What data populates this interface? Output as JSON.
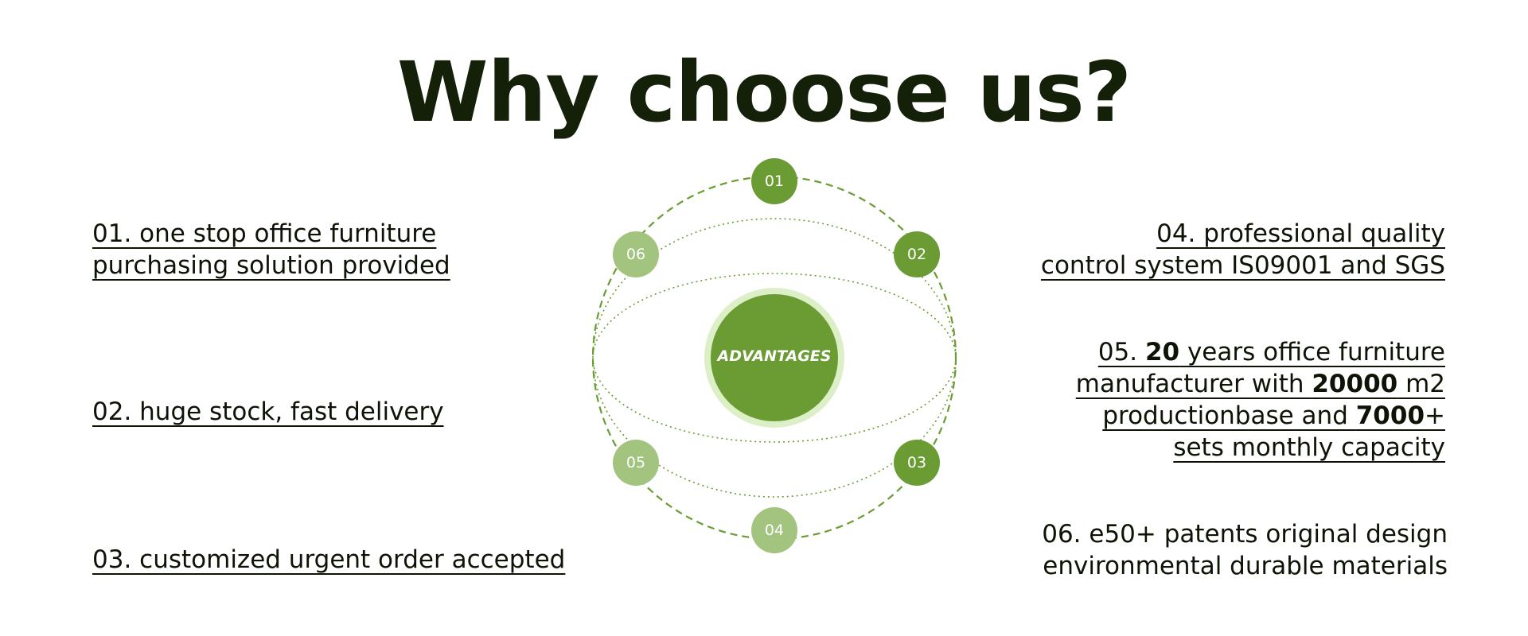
{
  "title": "Why choose us?",
  "colors": {
    "primary_green": "#6a9c33",
    "light_green": "#a3c47f",
    "ring_green": "#dcefc7",
    "dash_green": "#6a9c33",
    "text_dark": "#152009"
  },
  "diagram": {
    "center_label": "ADVANTAGES",
    "nodes": [
      {
        "label": "01",
        "tone": "dark"
      },
      {
        "label": "02",
        "tone": "dark"
      },
      {
        "label": "03",
        "tone": "dark"
      },
      {
        "label": "04",
        "tone": "light"
      },
      {
        "label": "05",
        "tone": "light"
      },
      {
        "label": "06",
        "tone": "light"
      }
    ]
  },
  "items": {
    "i1": {
      "line1": "01. one stop office furniture ",
      "line2": "purchasing solution provided"
    },
    "i2": {
      "line1": "02. huge stock, fast delivery"
    },
    "i3": {
      "line1": "03. customized urgent order accepted"
    },
    "i4": {
      "line1": "04. professional quality",
      "line2": "control system IS09001 and SGS"
    },
    "i5": {
      "l1a": "05. ",
      "l1b": "20",
      "l1c": " years office furniture ",
      "l2a": "manufacturer with ",
      "l2b": "20000",
      "l2c": " m2 ",
      "l3a": "productionbase and ",
      "l3b": "7000",
      "l3c": "+",
      "l4a": "sets monthly capacity"
    },
    "i6": {
      "line1": "06. e50+ patents original design",
      "line2": "environmental durable materials"
    }
  }
}
